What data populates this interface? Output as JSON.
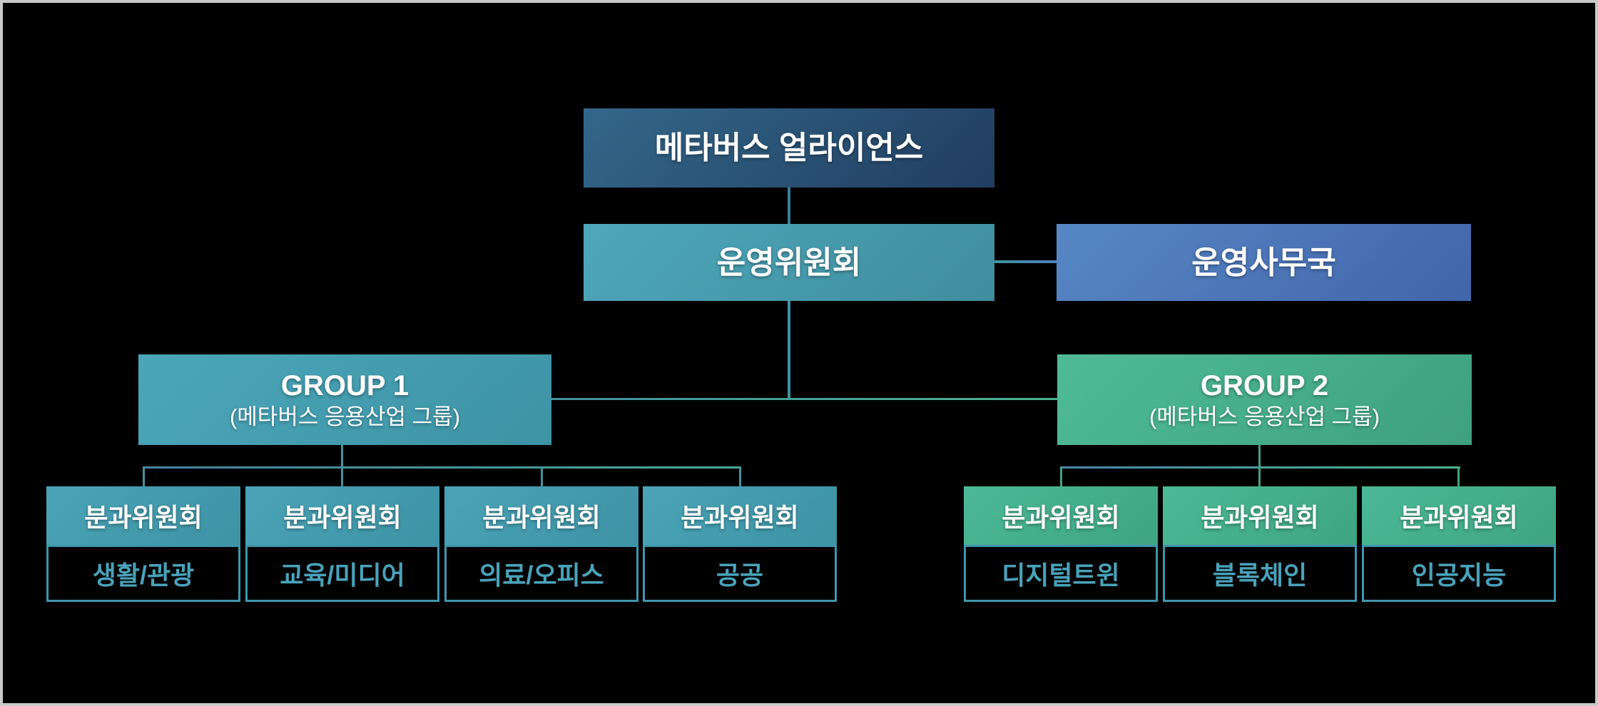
{
  "org": {
    "root": {
      "label": "메타버스 얼라이언스"
    },
    "committee": {
      "label": "운영위원회"
    },
    "office": {
      "label": "운영사무국"
    },
    "groups": [
      {
        "name": "GROUP 1",
        "subtitle": "(메타버스 응용산업 그룹)",
        "subcommittee_header": "분과위원회",
        "subcommittees": [
          "생활/관광",
          "교육/미디어",
          "의료/오피스",
          "공공"
        ]
      },
      {
        "name": "GROUP 2",
        "subtitle": "(메타버스 응용산업 그룹)",
        "subcommittee_header": "분과위원회",
        "subcommittees": [
          "디지털트윈",
          "블록체인",
          "인공지능"
        ]
      }
    ],
    "colors": {
      "background": "#000000",
      "frame_border": "#c9c9c9",
      "root_box_gradient": [
        "#33678a",
        "#213d5f"
      ],
      "committee_box_gradient": [
        "#4fa7ba",
        "#3e8d9e"
      ],
      "office_box_gradient": [
        "#5787c4",
        "#4165ab"
      ],
      "group1_gradient": [
        "#4ba6ba",
        "#3e93a4"
      ],
      "group2_gradient": [
        "#4cb895",
        "#3fa582"
      ],
      "sub_body_border": "#3e96ac",
      "sub_body_text": "#49a2ba",
      "connector_teal": "#3f92a3",
      "connector_green": "#44a181",
      "connector_blue": "#5080bd",
      "text": "#ffffff"
    }
  }
}
